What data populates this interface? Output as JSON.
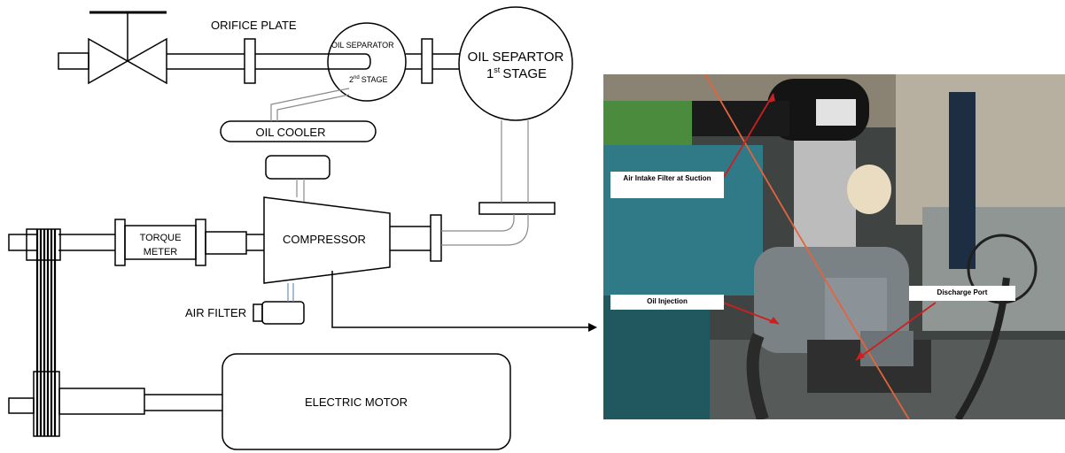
{
  "schematic": {
    "labels": {
      "orifice_plate": "ORIFICE PLATE",
      "oil_separator_small": "OIL SEPARATOR",
      "second_stage_num": "2",
      "second_stage_sup": "nd",
      "second_stage_word": "STAGE",
      "oil_separator_big": "OIL SEPARTOR",
      "first_stage_num": "1",
      "first_stage_sup": "st",
      "first_stage_word": "STAGE",
      "oil_cooler": "OIL COOLER",
      "torque_line1": "TORQUE",
      "torque_line2": "METER",
      "compressor": "COMPRESSOR",
      "air_filter": "AIR FILTER",
      "electric_motor": "ELECTRIC MOTOR"
    }
  },
  "photo": {
    "callouts": {
      "air_intake": "Air Intake Filter at Suction",
      "oil_injection": "Oil Injection",
      "discharge_port": "Discharge Port"
    }
  },
  "colors": {
    "line": "#000000",
    "oil_line": "#8a8a8a",
    "water_line": "#6f8fb8",
    "pointer": "#cc1f1f"
  }
}
